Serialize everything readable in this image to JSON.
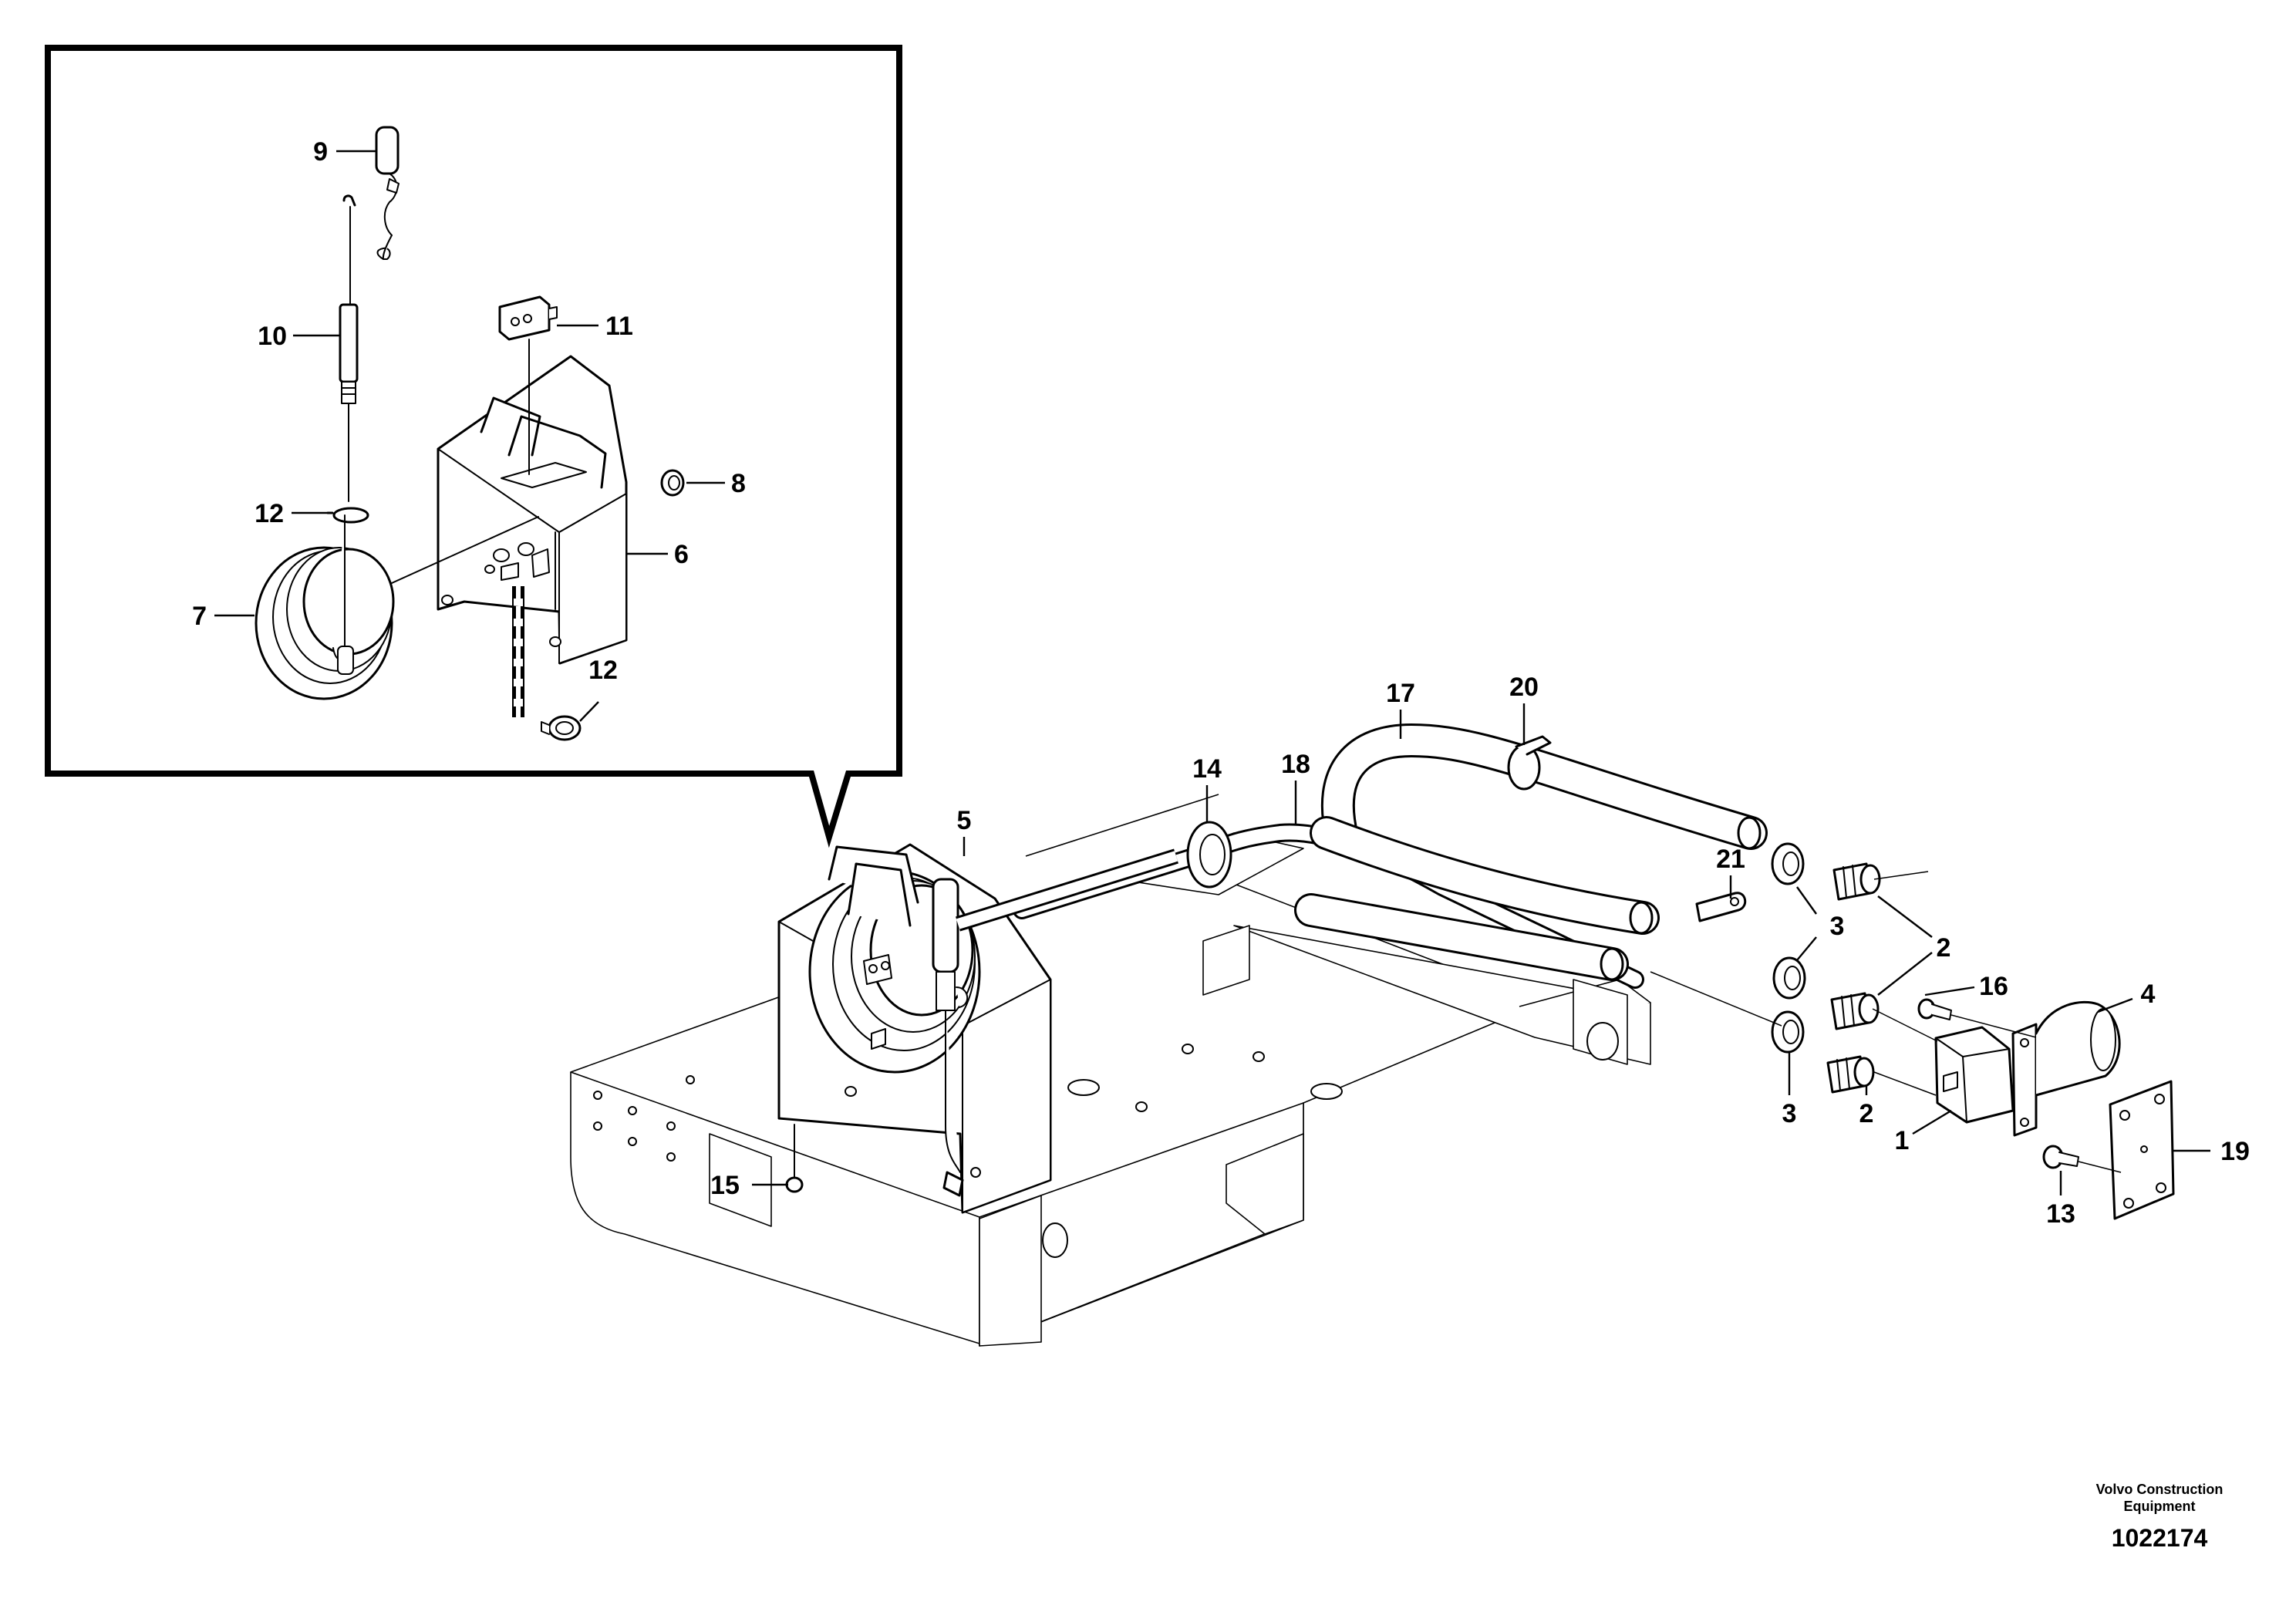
{
  "brand": {
    "line1": "Volvo Construction",
    "line2": "Equipment"
  },
  "drawing_number": "1022174",
  "callouts": {
    "p1": "1",
    "p2a": "2",
    "p2b": "2",
    "p3a": "3",
    "p3b": "3",
    "p4": "4",
    "p5": "5",
    "p6": "6",
    "p7": "7",
    "p8": "8",
    "p9": "9",
    "p10": "10",
    "p11": "11",
    "p12a": "12",
    "p12b": "12",
    "p13": "13",
    "p14": "14",
    "p15": "15",
    "p16": "16",
    "p17": "17",
    "p18": "18",
    "p19": "19",
    "p20": "20",
    "p21": "21"
  }
}
